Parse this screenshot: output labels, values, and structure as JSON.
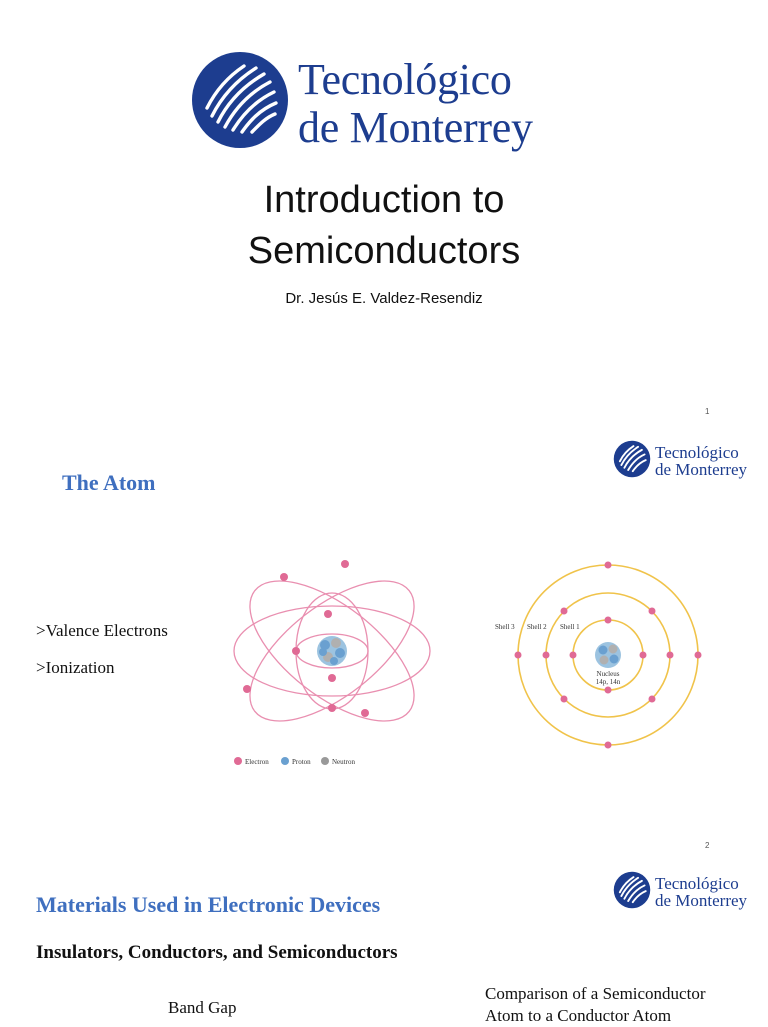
{
  "logo": {
    "line1": "Tecnológico",
    "line2": "de Monterrey",
    "color": "#1d3d8f"
  },
  "slide1": {
    "title_line1": "Introduction to",
    "title_line2": "Semiconductors",
    "author": "Dr. Jesús E. Valdez-Resendiz",
    "page": "1"
  },
  "slide2": {
    "heading": "The Atom",
    "bullets": [
      ">Valence Electrons",
      ">Ionization"
    ],
    "legend": {
      "electron": "Electron",
      "proton": "Proton",
      "neutron": "Neutron"
    },
    "shells": {
      "shell3": "Shell 3",
      "shell2": "Shell 2",
      "shell1": "Shell 1"
    },
    "nucleus_label": "Nucleus",
    "nucleus_sub": "14p, 14n",
    "page": "2"
  },
  "slide3": {
    "heading": "Materials Used in Electronic Devices",
    "subheading": "Insulators, Conductors, and Semiconductors",
    "band_gap": "Band Gap",
    "comparison_line1": "Comparison of a Semiconductor",
    "comparison_line2": "Atom to a Conductor Atom"
  }
}
